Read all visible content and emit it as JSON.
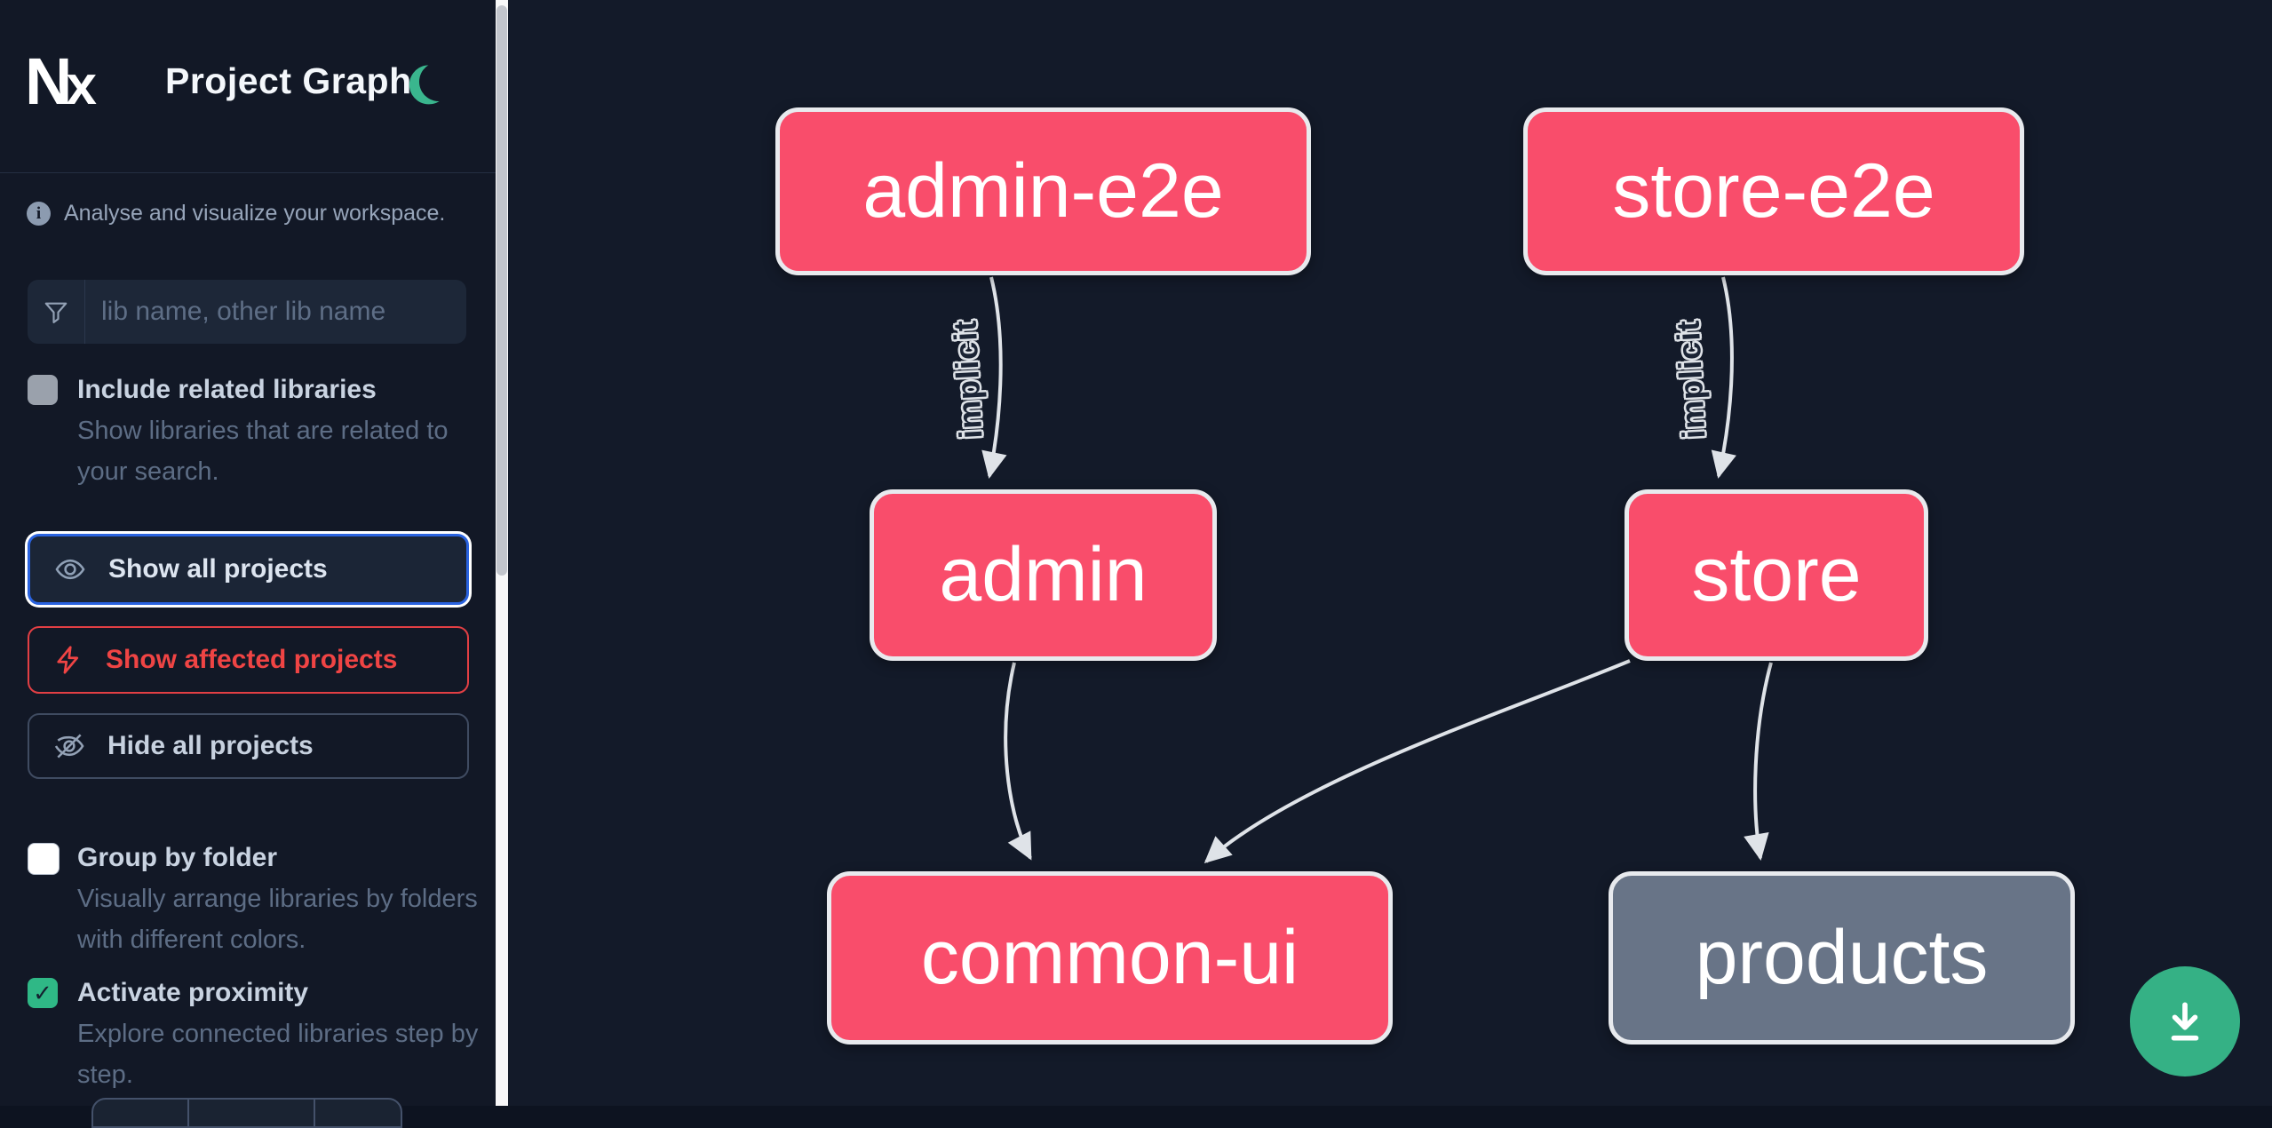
{
  "header": {
    "logo": "Nx",
    "title": "Project Graph",
    "theme": "dark"
  },
  "info": {
    "text": "Analyse and visualize your workspace."
  },
  "search": {
    "placeholder": "lib name, other lib name",
    "value": ""
  },
  "toggles": {
    "include_related": {
      "label": "Include related libraries",
      "description": "Show libraries that are related to your search.",
      "checked": false
    },
    "group_by_folder": {
      "label": "Group by folder",
      "description": "Visually arrange libraries by folders with different colors.",
      "checked": false
    },
    "activate_proximity": {
      "label": "Activate proximity",
      "description": "Explore connected libraries step by step.",
      "checked": true
    }
  },
  "actions": [
    {
      "id": "show-all",
      "label": "Show all projects",
      "state": "focused"
    },
    {
      "id": "show-affected",
      "label": "Show affected projects",
      "state": "danger"
    },
    {
      "id": "hide-all",
      "label": "Hide all projects",
      "state": "default"
    }
  ],
  "graph": {
    "nodes": [
      {
        "id": "admin-e2e",
        "label": "admin-e2e",
        "color": "pink"
      },
      {
        "id": "store-e2e",
        "label": "store-e2e",
        "color": "pink"
      },
      {
        "id": "admin",
        "label": "admin",
        "color": "pink"
      },
      {
        "id": "store",
        "label": "store",
        "color": "pink"
      },
      {
        "id": "common-ui",
        "label": "common-ui",
        "color": "pink"
      },
      {
        "id": "products",
        "label": "products",
        "color": "gray"
      }
    ],
    "edges": [
      {
        "from": "admin-e2e",
        "to": "admin",
        "label": "implicit"
      },
      {
        "from": "store-e2e",
        "to": "store",
        "label": "implicit"
      },
      {
        "from": "admin",
        "to": "common-ui",
        "label": ""
      },
      {
        "from": "store",
        "to": "common-ui",
        "label": ""
      },
      {
        "from": "store",
        "to": "products",
        "label": ""
      }
    ]
  },
  "icons": {
    "check": "✓",
    "moon": "crescent-moon",
    "download": "download-arrow"
  },
  "colors": {
    "node_pink": "#f94d6b",
    "node_gray": "#687487",
    "node_border": "#e8eaee",
    "edge": "#dfe3e8",
    "accent_blue": "#2a63e0",
    "danger_red": "#ef4444",
    "success_green": "#2fb886",
    "fab_green": "#35b185",
    "sidebar_bg": "#121826",
    "canvas_bg": "#131a29"
  }
}
